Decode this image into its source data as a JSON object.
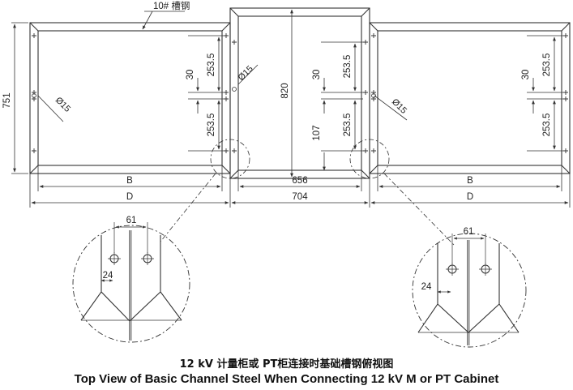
{
  "labels": {
    "channel_steel": "10# 槽钢",
    "height_751": "751",
    "height_820": "820",
    "dim_30": "30",
    "dim_253_5": "253.5",
    "dim_107": "107",
    "hole_phi15": "Ø15",
    "dim_B": "B",
    "dim_D": "D",
    "dim_656": "656",
    "dim_704": "704",
    "dim_61": "61",
    "dim_24": "24"
  },
  "caption": {
    "cn": "12 kV 计量柜或 PT柜连接时基础槽钢俯视图",
    "en": "Top View of Basic Channel Steel When Connecting 12 kV M or PT Cabinet"
  }
}
